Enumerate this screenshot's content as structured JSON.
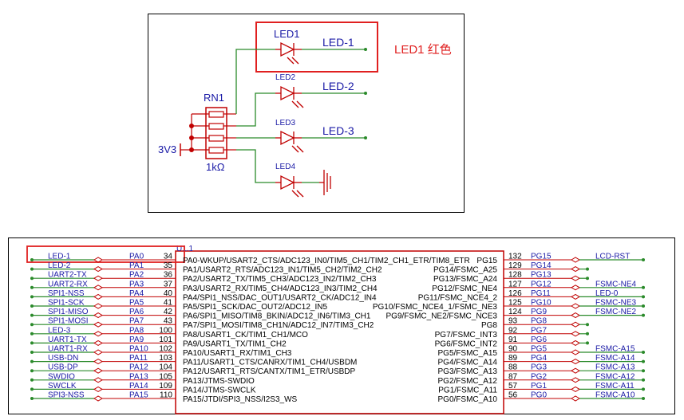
{
  "top": {
    "led1_label": "LED1",
    "led2_label": "LED2",
    "led3_label": "LED3",
    "led4_label": "LED4",
    "net_led1": "LED-1",
    "net_led2": "LED-2",
    "net_led3": "LED-3",
    "rn_label": "RN1",
    "rn_value": "1kΩ",
    "supply_label": "3V3",
    "callout": "LED1 红色"
  },
  "bottom": {
    "part_ref": "U1.1",
    "left_pins": [
      {
        "net": "LED-1",
        "pin": "PA0",
        "num": "34"
      },
      {
        "net": "LED-2",
        "pin": "PA1",
        "num": "35"
      },
      {
        "net": "UART2-TX",
        "pin": "PA2",
        "num": "36"
      },
      {
        "net": "UART2-RX",
        "pin": "PA3",
        "num": "37"
      },
      {
        "net": "SPI1-NSS",
        "pin": "PA4",
        "num": "40"
      },
      {
        "net": "SPI1-SCK",
        "pin": "PA5",
        "num": "41"
      },
      {
        "net": "SPI1-MISO",
        "pin": "PA6",
        "num": "42"
      },
      {
        "net": "SPI1-MOSI",
        "pin": "PA7",
        "num": "43"
      },
      {
        "net": "LED-3",
        "pin": "PA8",
        "num": "100"
      },
      {
        "net": "UART1-TX",
        "pin": "PA9",
        "num": "101"
      },
      {
        "net": "UART1-RX",
        "pin": "PA10",
        "num": "102"
      },
      {
        "net": "USB-DN",
        "pin": "PA11",
        "num": "103"
      },
      {
        "net": "USB-DP",
        "pin": "PA12",
        "num": "104"
      },
      {
        "net": "SWDIO",
        "pin": "PA13",
        "num": "105"
      },
      {
        "net": "SWCLK",
        "pin": "PA14",
        "num": "109"
      },
      {
        "net": "SPI3-NSS",
        "pin": "PA15",
        "num": "110"
      }
    ],
    "left_funcs": [
      "PA0-WKUP/USART2_CTS/ADC123_IN0/TIM5_CH1/TIM2_CH1_ETR/TIM8_ETR",
      "PA1/USART2_RTS/ADC123_IN1/TIM5_CH2/TIM2_CH2",
      "PA2/USART2_TX/TIM5_CH3/ADC123_IN2/TIM2_CH3",
      "PA3/USART2_RX/TIM5_CH4/ADC123_IN3/TIM2_CH4",
      "PA4/SPI1_NSS/DAC_OUT1/USART2_CK/ADC12_IN4",
      "PA5/SPI1_SCK/DAC_OUT2/ADC12_IN5",
      "PA6/SPI1_MISO/TIM8_BKIN/ADC12_IN6/TIM3_CH1",
      "PA7/SPI1_MOSI/TIM8_CH1N/ADC12_IN7/TIM3_CH2",
      "PA8/USART1_CK/TIM1_CH1/MCO",
      "PA9/USART1_TX/TIM1_CH2",
      "PA10/USART1_RX/TIM1_CH3",
      "PA11/USART1_CTS/CANRX/TIM1_CH4/USBDM",
      "PA12/USART1_RTS/CANTX/TIM1_ETR/USBDP",
      "PA13/JTMS-SWDIO",
      "PA14/JTMS-SWCLK",
      "PA15/JTDI/SPI3_NSS/I2S3_WS"
    ],
    "right_funcs": [
      "PG15",
      "PG14/FSMC_A25",
      "PG13/FSMC_A24",
      "PG12/FSMC_NE4",
      "PG11/FSMC_NCE4_2",
      "PG10/FSMC_NCE4_1/FSMC_NE3",
      "PG9/FSMC_NE2/FSMC_NCE3",
      "PG8",
      "PG7/FSMC_INT3",
      "PG6/FSMC_INT2",
      "PG5/FSMC_A15",
      "PG4/FSMC_A14",
      "PG3/FSMC_A13",
      "PG2/FSMC_A12",
      "PG1/FSMC_A11",
      "PG0/FSMC_A10"
    ],
    "right_pins": [
      {
        "num": "132",
        "pin": "PG15",
        "net": "LCD-RST"
      },
      {
        "num": "129",
        "pin": "PG14",
        "net": ""
      },
      {
        "num": "128",
        "pin": "PG13",
        "net": ""
      },
      {
        "num": "127",
        "pin": "PG12",
        "net": "FSMC-NE4"
      },
      {
        "num": "126",
        "pin": "PG11",
        "net": "LED-0"
      },
      {
        "num": "125",
        "pin": "PG10",
        "net": "FSMC-NE3"
      },
      {
        "num": "124",
        "pin": "PG9",
        "net": "FSMC-NE2"
      },
      {
        "num": "93",
        "pin": "PG8",
        "net": ""
      },
      {
        "num": "92",
        "pin": "PG7",
        "net": ""
      },
      {
        "num": "91",
        "pin": "PG6",
        "net": ""
      },
      {
        "num": "90",
        "pin": "PG5",
        "net": "FSMC-A15"
      },
      {
        "num": "89",
        "pin": "PG4",
        "net": "FSMC-A14"
      },
      {
        "num": "88",
        "pin": "PG3",
        "net": "FSMC-A13"
      },
      {
        "num": "87",
        "pin": "PG2",
        "net": "FSMC-A12"
      },
      {
        "num": "57",
        "pin": "PG1",
        "net": "FSMC-A11"
      },
      {
        "num": "56",
        "pin": "PG0",
        "net": "FSMC-A10"
      }
    ]
  }
}
